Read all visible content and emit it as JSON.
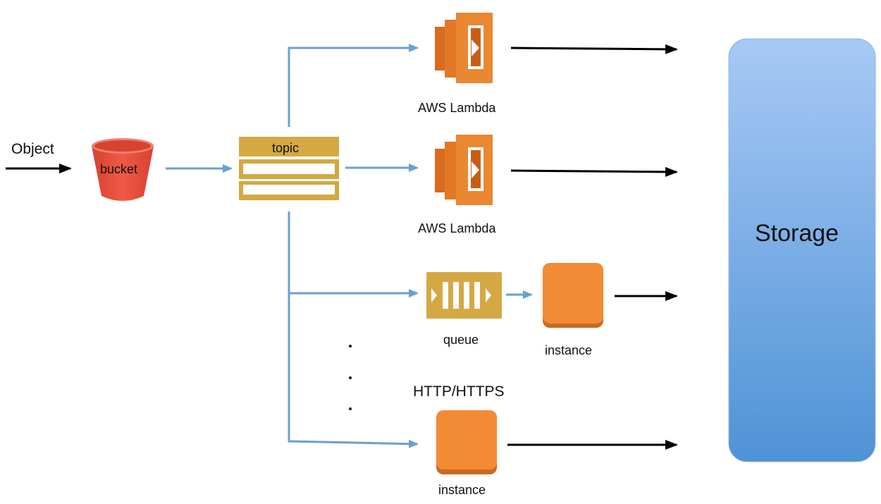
{
  "labels": {
    "object": "Object",
    "bucket": "bucket",
    "topic": "topic",
    "lambda_1": "AWS Lambda",
    "lambda_2": "AWS Lambda",
    "queue": "queue",
    "instance_1": "instance",
    "http": "HTTP/HTTPS",
    "instance_2": "instance",
    "storage": "Storage"
  },
  "colors": {
    "flow_blue": "#6a9fd4",
    "flow_black": "#000000",
    "bucket_red": "#e8503e",
    "topic_gold": "#d4a843",
    "lambda_orange": "#e8822e",
    "instance_orange": "#f38a35",
    "storage_top": "#a7c9f5",
    "storage_bottom": "#4f92d6"
  },
  "icons": {
    "bucket": "s3-bucket-icon",
    "topic": "sns-topic-icon",
    "lambda": "lambda-icon",
    "queue": "sqs-queue-icon",
    "instance": "ec2-instance-icon"
  }
}
